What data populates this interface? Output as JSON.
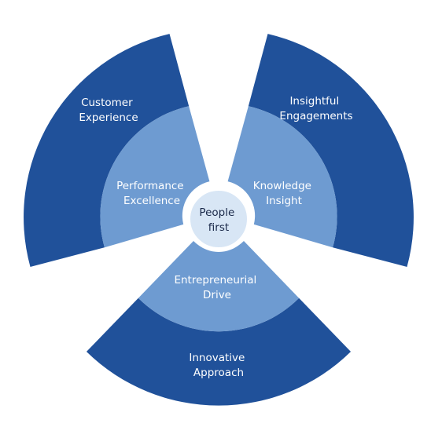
{
  "center": {
    "lines": [
      "People",
      "first"
    ]
  },
  "segments": [
    {
      "outer": {
        "lines": [
          "Customer",
          "Experience"
        ]
      },
      "inner": {
        "lines": [
          "Performance",
          "Excellence"
        ]
      }
    },
    {
      "outer": {
        "lines": [
          "Insightful",
          "Engagements"
        ]
      },
      "inner": {
        "lines": [
          "Knowledge",
          "Insight"
        ]
      }
    },
    {
      "outer": {
        "lines": [
          "Innovative",
          "Approach"
        ]
      },
      "inner": {
        "lines": [
          "Entrepreneurial",
          "Drive"
        ]
      }
    }
  ],
  "colors": {
    "outer_ring": "#20519a",
    "inner_ring": "#6e9bd1",
    "center_fill": "#d8e6f5",
    "center_stroke": "#ffffff",
    "center_text": "#1b2a4a",
    "ring_text": "#ffffff"
  }
}
